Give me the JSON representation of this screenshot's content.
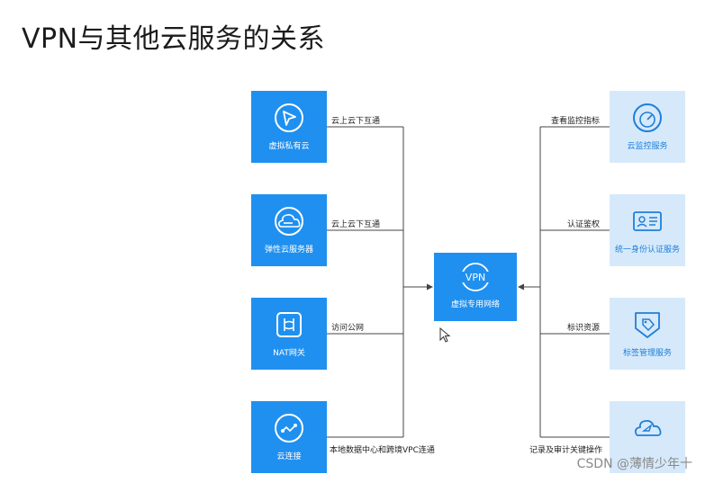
{
  "title": "VPN与其他云服务的关系",
  "center": {
    "label": "虚拟专用网络",
    "icon_text": "VPN",
    "icon": "vpn-icon"
  },
  "left_nodes": [
    {
      "label": "虚拟私有云",
      "edge_label": "云上云下互通",
      "icon": "vpc-icon"
    },
    {
      "label": "弹性云服务器",
      "edge_label": "云上云下互通",
      "icon": "ecs-icon"
    },
    {
      "label": "NAT网关",
      "edge_label": "访问公网",
      "icon": "nat-gateway-icon"
    },
    {
      "label": "云连接",
      "edge_label": "本地数据中心和跨境VPC连通",
      "icon": "cloud-connect-icon"
    }
  ],
  "right_nodes": [
    {
      "label": "云监控服务",
      "edge_label": "查看监控指标",
      "icon": "cloud-eye-icon"
    },
    {
      "label": "统一身份认证服务",
      "edge_label": "认证鉴权",
      "icon": "id-card-icon"
    },
    {
      "label": "标签管理服务",
      "edge_label": "标识资源",
      "icon": "tag-icon"
    },
    {
      "label": "",
      "edge_label": "记录及审计关键操作",
      "icon": "cloud-trace-icon"
    }
  ],
  "colors": {
    "primary": "#1f90f0",
    "light": "#d6e9fb",
    "line": "#444444"
  },
  "watermark": "CSDN @薄情少年十"
}
